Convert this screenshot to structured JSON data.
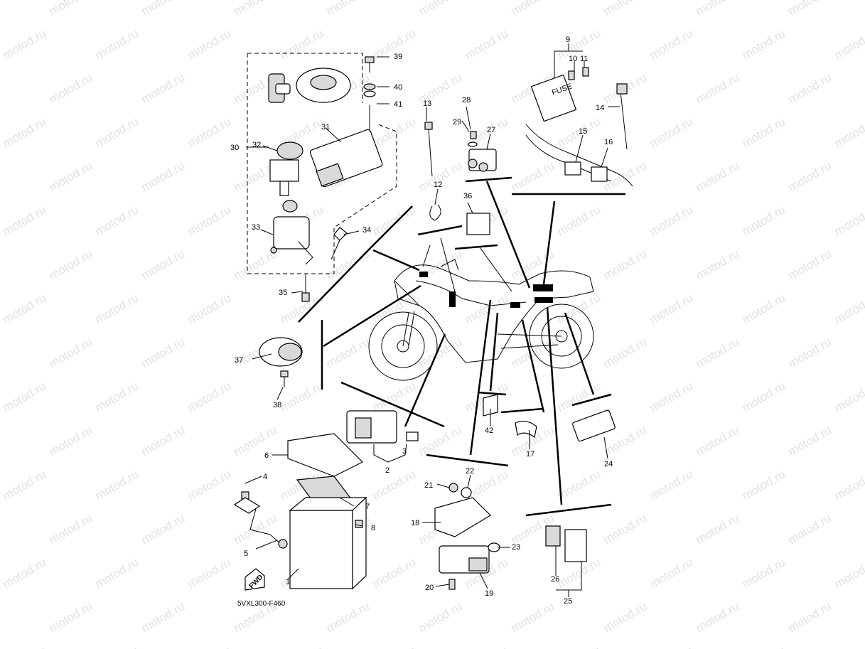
{
  "diagram": {
    "code": "5VXL300-F460",
    "watermark": "motod.ru",
    "fwd_label": "FWD",
    "fuse_label": "FUSE",
    "callouts": [
      "1",
      "2",
      "3",
      "4",
      "5",
      "6",
      "7",
      "8",
      "9",
      "10",
      "11",
      "12",
      "13",
      "14",
      "15",
      "16",
      "17",
      "18",
      "19",
      "20",
      "21",
      "22",
      "23",
      "24",
      "25",
      "26",
      "27",
      "28",
      "29",
      "30",
      "31",
      "32",
      "33",
      "34",
      "35",
      "36",
      "37",
      "38",
      "39",
      "40",
      "41",
      "42"
    ]
  }
}
